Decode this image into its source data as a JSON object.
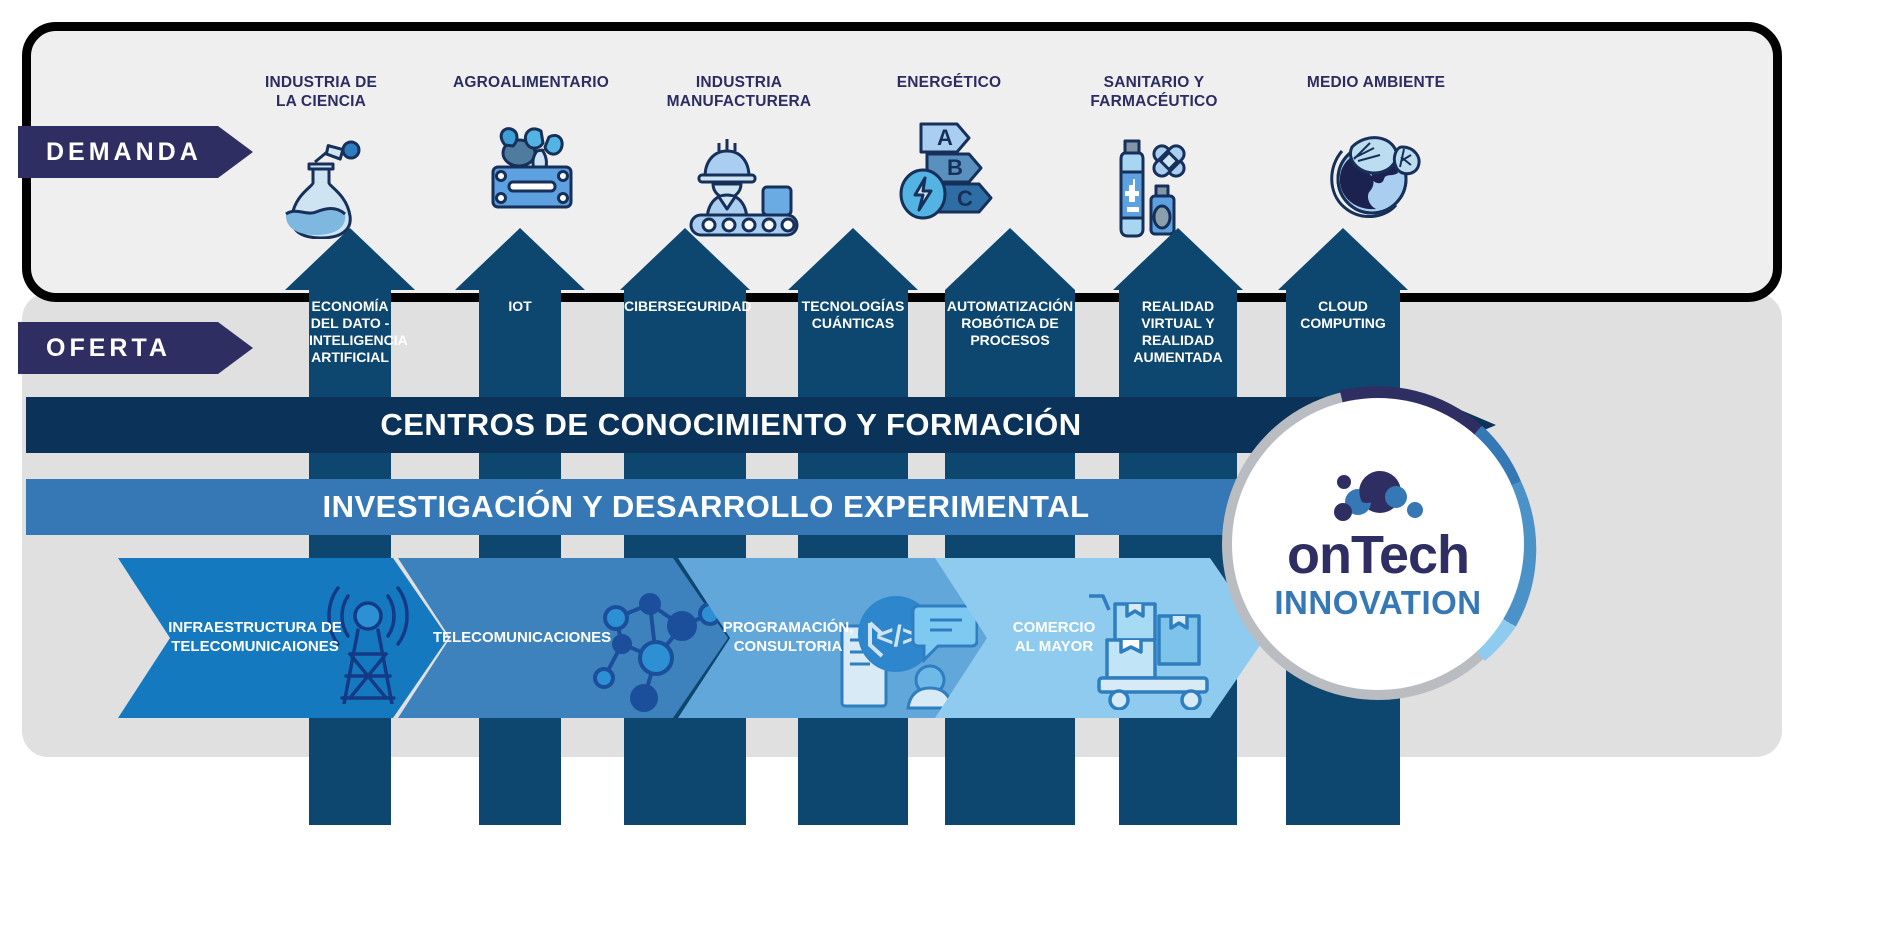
{
  "tags": {
    "demand": "DEMANDA",
    "offer": "OFERTA"
  },
  "demand_sectors": [
    {
      "label": "INDUSTRIA DE\nLA CIENCIA",
      "icon": "flask-pipette-icon"
    },
    {
      "label": "AGROALIMENTARIO",
      "icon": "crate-plants-icon"
    },
    {
      "label": "INDUSTRIA\nMANUFACTURERA",
      "icon": "worker-conveyor-icon"
    },
    {
      "label": "ENERGÉTICO",
      "icon": "energy-rating-icon"
    },
    {
      "label": "SANITARIO Y\nFARMACÉUTICO",
      "icon": "medicine-bottle-icon"
    },
    {
      "label": "MEDIO AMBIENTE",
      "icon": "globe-leaves-icon"
    }
  ],
  "offer_arrows": [
    {
      "label": "ECONOMÍA\nDEL DATO -\nINTELIGENCIA\nARTIFICIAL"
    },
    {
      "label": "IOT"
    },
    {
      "label": "CIBERSEGURIDAD"
    },
    {
      "label": "TECNOLOGÍAS\nCUÁNTICAS"
    },
    {
      "label": "AUTOMATIZACIÓN\nROBÓTICA DE\nPROCESOS"
    },
    {
      "label": "REALIDAD\nVIRTUAL Y\nREALIDAD\nAUMENTADA"
    },
    {
      "label": "CLOUD\nCOMPUTING"
    }
  ],
  "banners": [
    {
      "label": "CENTROS DE CONOCIMIENTO Y FORMACIÓN",
      "color": "#0b3258"
    },
    {
      "label": "INVESTIGACIÓN Y DESARROLLO EXPERIMENTAL",
      "color": "#3578b5"
    }
  ],
  "chevrons": [
    {
      "label": "INFRAESTRUCTURA DE\nTELECOMUNICAIONES",
      "color": "#1579c0",
      "art": "antenna-tower-icon"
    },
    {
      "label": "TELECOMUNICACIONES",
      "color": "#3d82bd",
      "art": "network-nodes-icon"
    },
    {
      "label": "PROGRAMACIÓN,\nCONSULTORIA",
      "color": "#62a7da",
      "art": "code-chat-icon"
    },
    {
      "label": "COMERCIO\nAL MAYOR",
      "color": "#8ecbef",
      "art": "trolley-boxes-icon"
    }
  ],
  "logo": {
    "word_on": "on",
    "word_tech": "Tech",
    "subtitle": "INNOVATION",
    "name": "ontech-innovation-logo"
  },
  "colors": {
    "navy": "#2e2e63",
    "arrow_blue": "#0d466e",
    "banner_dark": "#0b3258",
    "banner_mid": "#3578b5",
    "panel_bg": "#efefef",
    "offer_bg": "#e0e0e0",
    "logo_blue": "#3578b5"
  }
}
